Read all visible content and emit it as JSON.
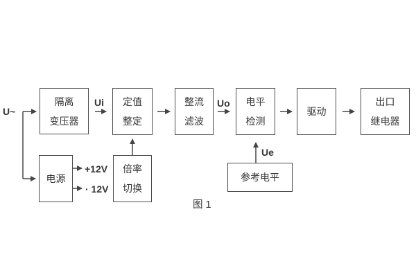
{
  "figure": {
    "type": "block-diagram",
    "caption": "图 1",
    "colors": {
      "line": "#454545",
      "border": "#4a4a4a",
      "text": "#353535",
      "background": "#ffffff"
    },
    "blocks": {
      "isolation_transformer": {
        "line1": "隔离",
        "line2": "变压器"
      },
      "setting_adjustment": {
        "line1": "定值",
        "line2": "整定"
      },
      "rectifier_filter": {
        "line1": "整流",
        "line2": "滤波"
      },
      "level_detection": {
        "line1": "电平",
        "line2": "检测"
      },
      "driver": {
        "line1": "驱动"
      },
      "output_relay": {
        "line1": "出口",
        "line2": "继电器"
      },
      "power_supply": {
        "line1": "电源"
      },
      "ratio_switching": {
        "line1": "倍率",
        "line2": "切换"
      },
      "reference_level": {
        "line1": "参考电平"
      }
    },
    "labels": {
      "input_voltage": "U~",
      "ui": "Ui",
      "uo": "Uo",
      "ue": "Ue",
      "plus_12v": "+12V",
      "minus_12v": "· 12V"
    }
  }
}
